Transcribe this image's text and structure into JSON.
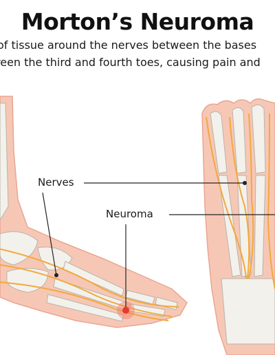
{
  "title": "Morton’s Neuroma",
  "description": {
    "line1": "of tissue around the nerves between the bases",
    "line2": "reen the third and fourth toes, causing pain and"
  },
  "labels": {
    "nerves": "Nerves",
    "neuroma": "Neuroma"
  },
  "colors": {
    "skin": "#f7c7b6",
    "skin_outline": "#e8a690",
    "bone": "#f3f1ec",
    "bone_outline": "#b7b3aa",
    "nerve": "#f2a93b",
    "neuroma": "#e53b2c"
  }
}
